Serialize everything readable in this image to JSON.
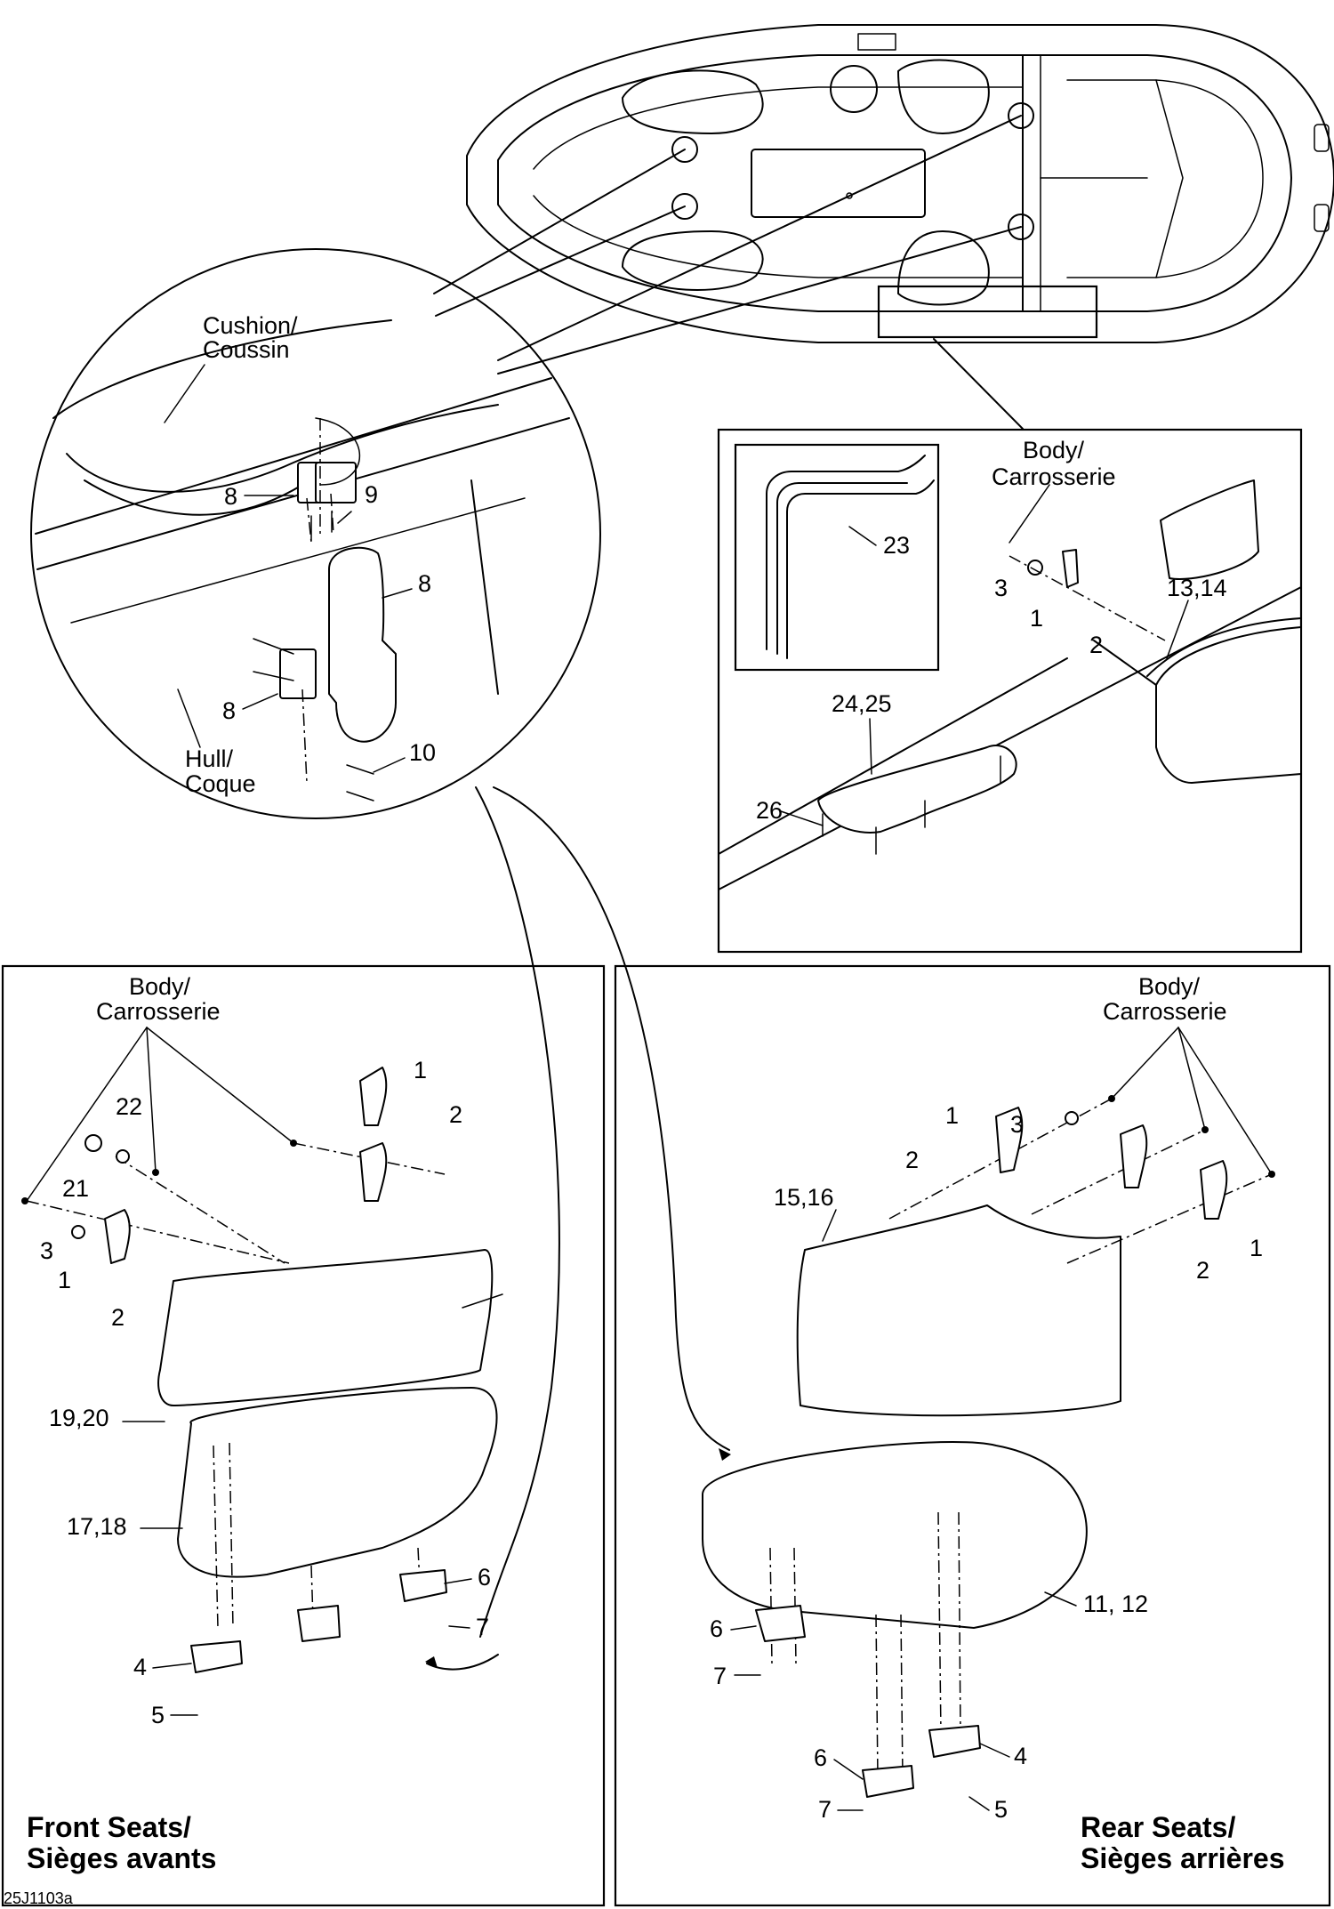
{
  "figure_code": "25J1103a",
  "sections": {
    "front": {
      "title_line1": "Front Seats/",
      "title_line2": "Sièges avants"
    },
    "rear": {
      "title_line1": "Rear Seats/",
      "title_line2": "Sièges arrières"
    }
  },
  "region_labels": {
    "cushion_l1": "Cushion/",
    "cushion_l2": "Coussin",
    "hull_l1": "Hull/",
    "hull_l2": "Coque",
    "body_l1": "Body/",
    "body_l2": "Carrosserie"
  },
  "callouts": {
    "c1": "1",
    "c2": "2",
    "c3": "3",
    "c4": "4",
    "c5": "5",
    "c6": "6",
    "c7": "7",
    "c8": "8",
    "c9": "9",
    "c10": "10",
    "c11_12": "11, 12",
    "c13_14": "13,14",
    "c15_16": "15,16",
    "c17_18": "17,18",
    "c19_20": "19,20",
    "c21": "21",
    "c22": "22",
    "c23": "23",
    "c24_25": "24,25",
    "c26": "26"
  }
}
